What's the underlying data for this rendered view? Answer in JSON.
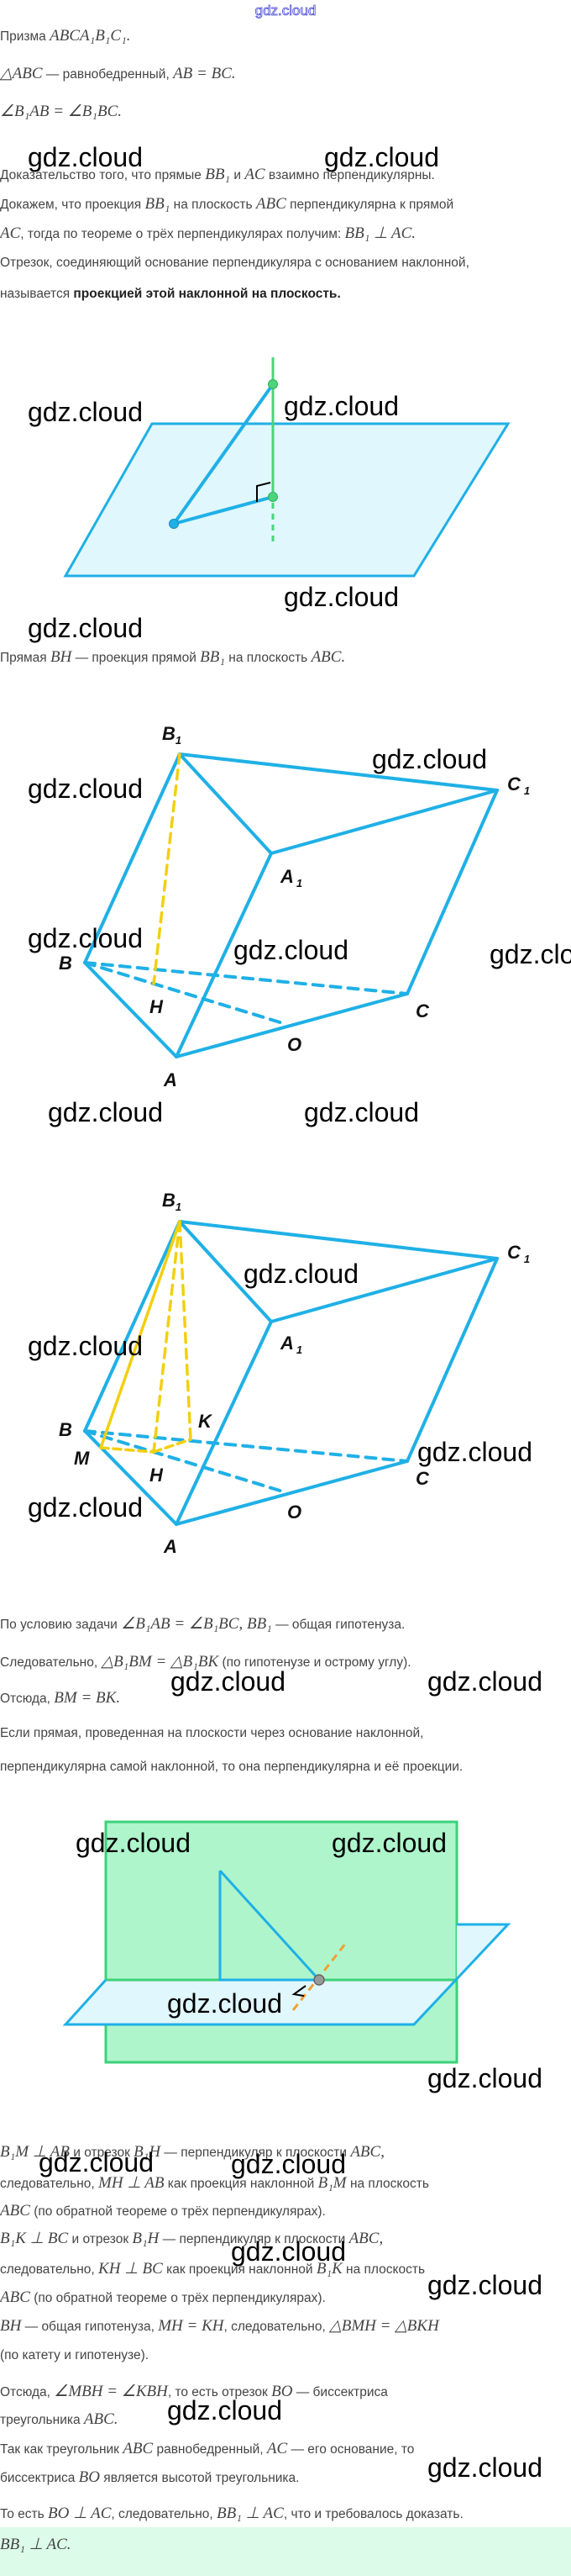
{
  "watermark": "gdz.cloud",
  "lines": [
    [
      [
        "Призма ",
        "t"
      ],
      [
        "ABCA₁B₁C₁.",
        "m"
      ]
    ],
    [
      [
        "△ABC",
        "m"
      ],
      [
        " — равнобедренный, ",
        "t"
      ],
      [
        "AB = BC.",
        "m"
      ]
    ],
    [
      [
        "∠B₁AB = ∠B₁BC.",
        "m"
      ]
    ],
    [
      [
        "Доказательство того, что прямые ",
        "t"
      ],
      [
        "BB₁",
        "m"
      ],
      [
        " и ",
        "t"
      ],
      [
        "AC",
        "m"
      ],
      [
        " взаимно перпендикулярны.",
        "t"
      ]
    ],
    [
      [
        "Докажем, что проекция ",
        "t"
      ],
      [
        "BB₁",
        "m"
      ],
      [
        " на плоскость ",
        "t"
      ],
      [
        "ABC",
        "m"
      ],
      [
        " перпендикулярна к прямой",
        "t"
      ]
    ],
    [
      [
        "AC",
        "m"
      ],
      [
        ", тогда по теореме о трёх перпендикулярах получим: ",
        "t"
      ],
      [
        "BB₁ ⊥ AC.",
        "m"
      ]
    ],
    [
      [
        "Отрезок, соединяющий основание перпендикуляра с основанием наклонной,",
        "t"
      ]
    ],
    [
      [
        "называется ",
        "t"
      ],
      [
        "проекцией этой наклонной на плоскость.",
        "b"
      ]
    ],
    [
      [
        "Прямая ",
        "t"
      ],
      [
        "BH",
        "m"
      ],
      [
        " — проекция прямой ",
        "t"
      ],
      [
        "BB₁",
        "m"
      ],
      [
        " на плоскость ",
        "t"
      ],
      [
        "ABC.",
        "m"
      ]
    ],
    [
      [
        "По условию задачи ",
        "t"
      ],
      [
        "∠B₁AB = ∠B₁BC, BB₁",
        "m"
      ],
      [
        " — общая гипотенуза.",
        "t"
      ]
    ],
    [
      [
        "Следовательно, ",
        "t"
      ],
      [
        "△B₁BM = △B₁BK",
        "m"
      ],
      [
        " (по гипотенузе и острому углу).",
        "t"
      ]
    ],
    [
      [
        "Отсюда, ",
        "t"
      ],
      [
        "BM = BK.",
        "m"
      ]
    ],
    [
      [
        "Если прямая, проведенная на плоскости через основание наклонной,",
        "t"
      ]
    ],
    [
      [
        "перпендикулярна самой наклонной, то она перпендикулярна и её проекции.",
        "t"
      ]
    ],
    [
      [
        "B₁M ⊥ AB",
        "m"
      ],
      [
        " и отрезок ",
        "t"
      ],
      [
        "B₁H",
        "m"
      ],
      [
        " — перпендикуляр к плоскости ",
        "t"
      ],
      [
        "ABC,",
        "m"
      ]
    ],
    [
      [
        "следовательно, ",
        "t"
      ],
      [
        "MH ⊥ AB",
        "m"
      ],
      [
        " как проекция наклонной ",
        "t"
      ],
      [
        "B₁M",
        "m"
      ],
      [
        " на плоскость",
        "t"
      ]
    ],
    [
      [
        "ABC",
        "m"
      ],
      [
        " (по обратной теореме о трёх перпендикулярах).",
        "t"
      ]
    ],
    [
      [
        "B₁K ⊥ BC",
        "m"
      ],
      [
        " и отрезок ",
        "t"
      ],
      [
        "B₁H",
        "m"
      ],
      [
        " — перпендикуляр к плоскости ",
        "t"
      ],
      [
        "ABC,",
        "m"
      ]
    ],
    [
      [
        "следовательно, ",
        "t"
      ],
      [
        "KH ⊥ BC",
        "m"
      ],
      [
        " как проекция наклонной ",
        "t"
      ],
      [
        "B₁K",
        "m"
      ],
      [
        " на плоскость",
        "t"
      ]
    ],
    [
      [
        "ABC",
        "m"
      ],
      [
        " (по обратной теореме о трёх перпендикулярах).",
        "t"
      ]
    ],
    [
      [
        "BH",
        "m"
      ],
      [
        " — общая гипотенуза, ",
        "t"
      ],
      [
        "MH = KH",
        "m"
      ],
      [
        ", следовательно, ",
        "t"
      ],
      [
        "△BMH = △BKH",
        "m"
      ]
    ],
    [
      [
        "(по катету и гипотенузе).",
        "t"
      ]
    ],
    [
      [
        "Отсюда, ",
        "t"
      ],
      [
        "∠MBH = ∠KBH",
        "m"
      ],
      [
        ", то есть отрезок ",
        "t"
      ],
      [
        "BO",
        "m"
      ],
      [
        " — биссектриса",
        "t"
      ]
    ],
    [
      [
        "треугольника ",
        "t"
      ],
      [
        "ABC.",
        "m"
      ]
    ],
    [
      [
        "Так как треугольник ",
        "t"
      ],
      [
        "ABC",
        "m"
      ],
      [
        " равнобедренный, ",
        "t"
      ],
      [
        "AC",
        "m"
      ],
      [
        " — его основание, то",
        "t"
      ]
    ],
    [
      [
        "биссектриса ",
        "t"
      ],
      [
        "BO",
        "m"
      ],
      [
        " является высотой треугольника.",
        "t"
      ]
    ],
    [
      [
        "То есть ",
        "t"
      ],
      [
        "BO ⊥ AC",
        "m"
      ],
      [
        ", следовательно, ",
        "t"
      ],
      [
        "BB₁ ⊥ AC",
        "m"
      ],
      [
        ", что и требовалось доказать.",
        "t"
      ]
    ]
  ],
  "answer": [
    [
      "BB₁ ⊥ AC.",
      "m"
    ]
  ],
  "labels": {
    "B1": "B",
    "C1": "C",
    "A1": "A",
    "one": "1",
    "B": "B",
    "C": "C",
    "A": "A",
    "H": "H",
    "O": "O",
    "M": "M",
    "K": "K"
  },
  "colors": {
    "edge": "#1fb0e6",
    "plane": "#e0f7fd",
    "green": "#4cd47a",
    "yellow": "#f2cf10",
    "orange": "#f0a030",
    "answer_bg": "#dcfbe8"
  }
}
